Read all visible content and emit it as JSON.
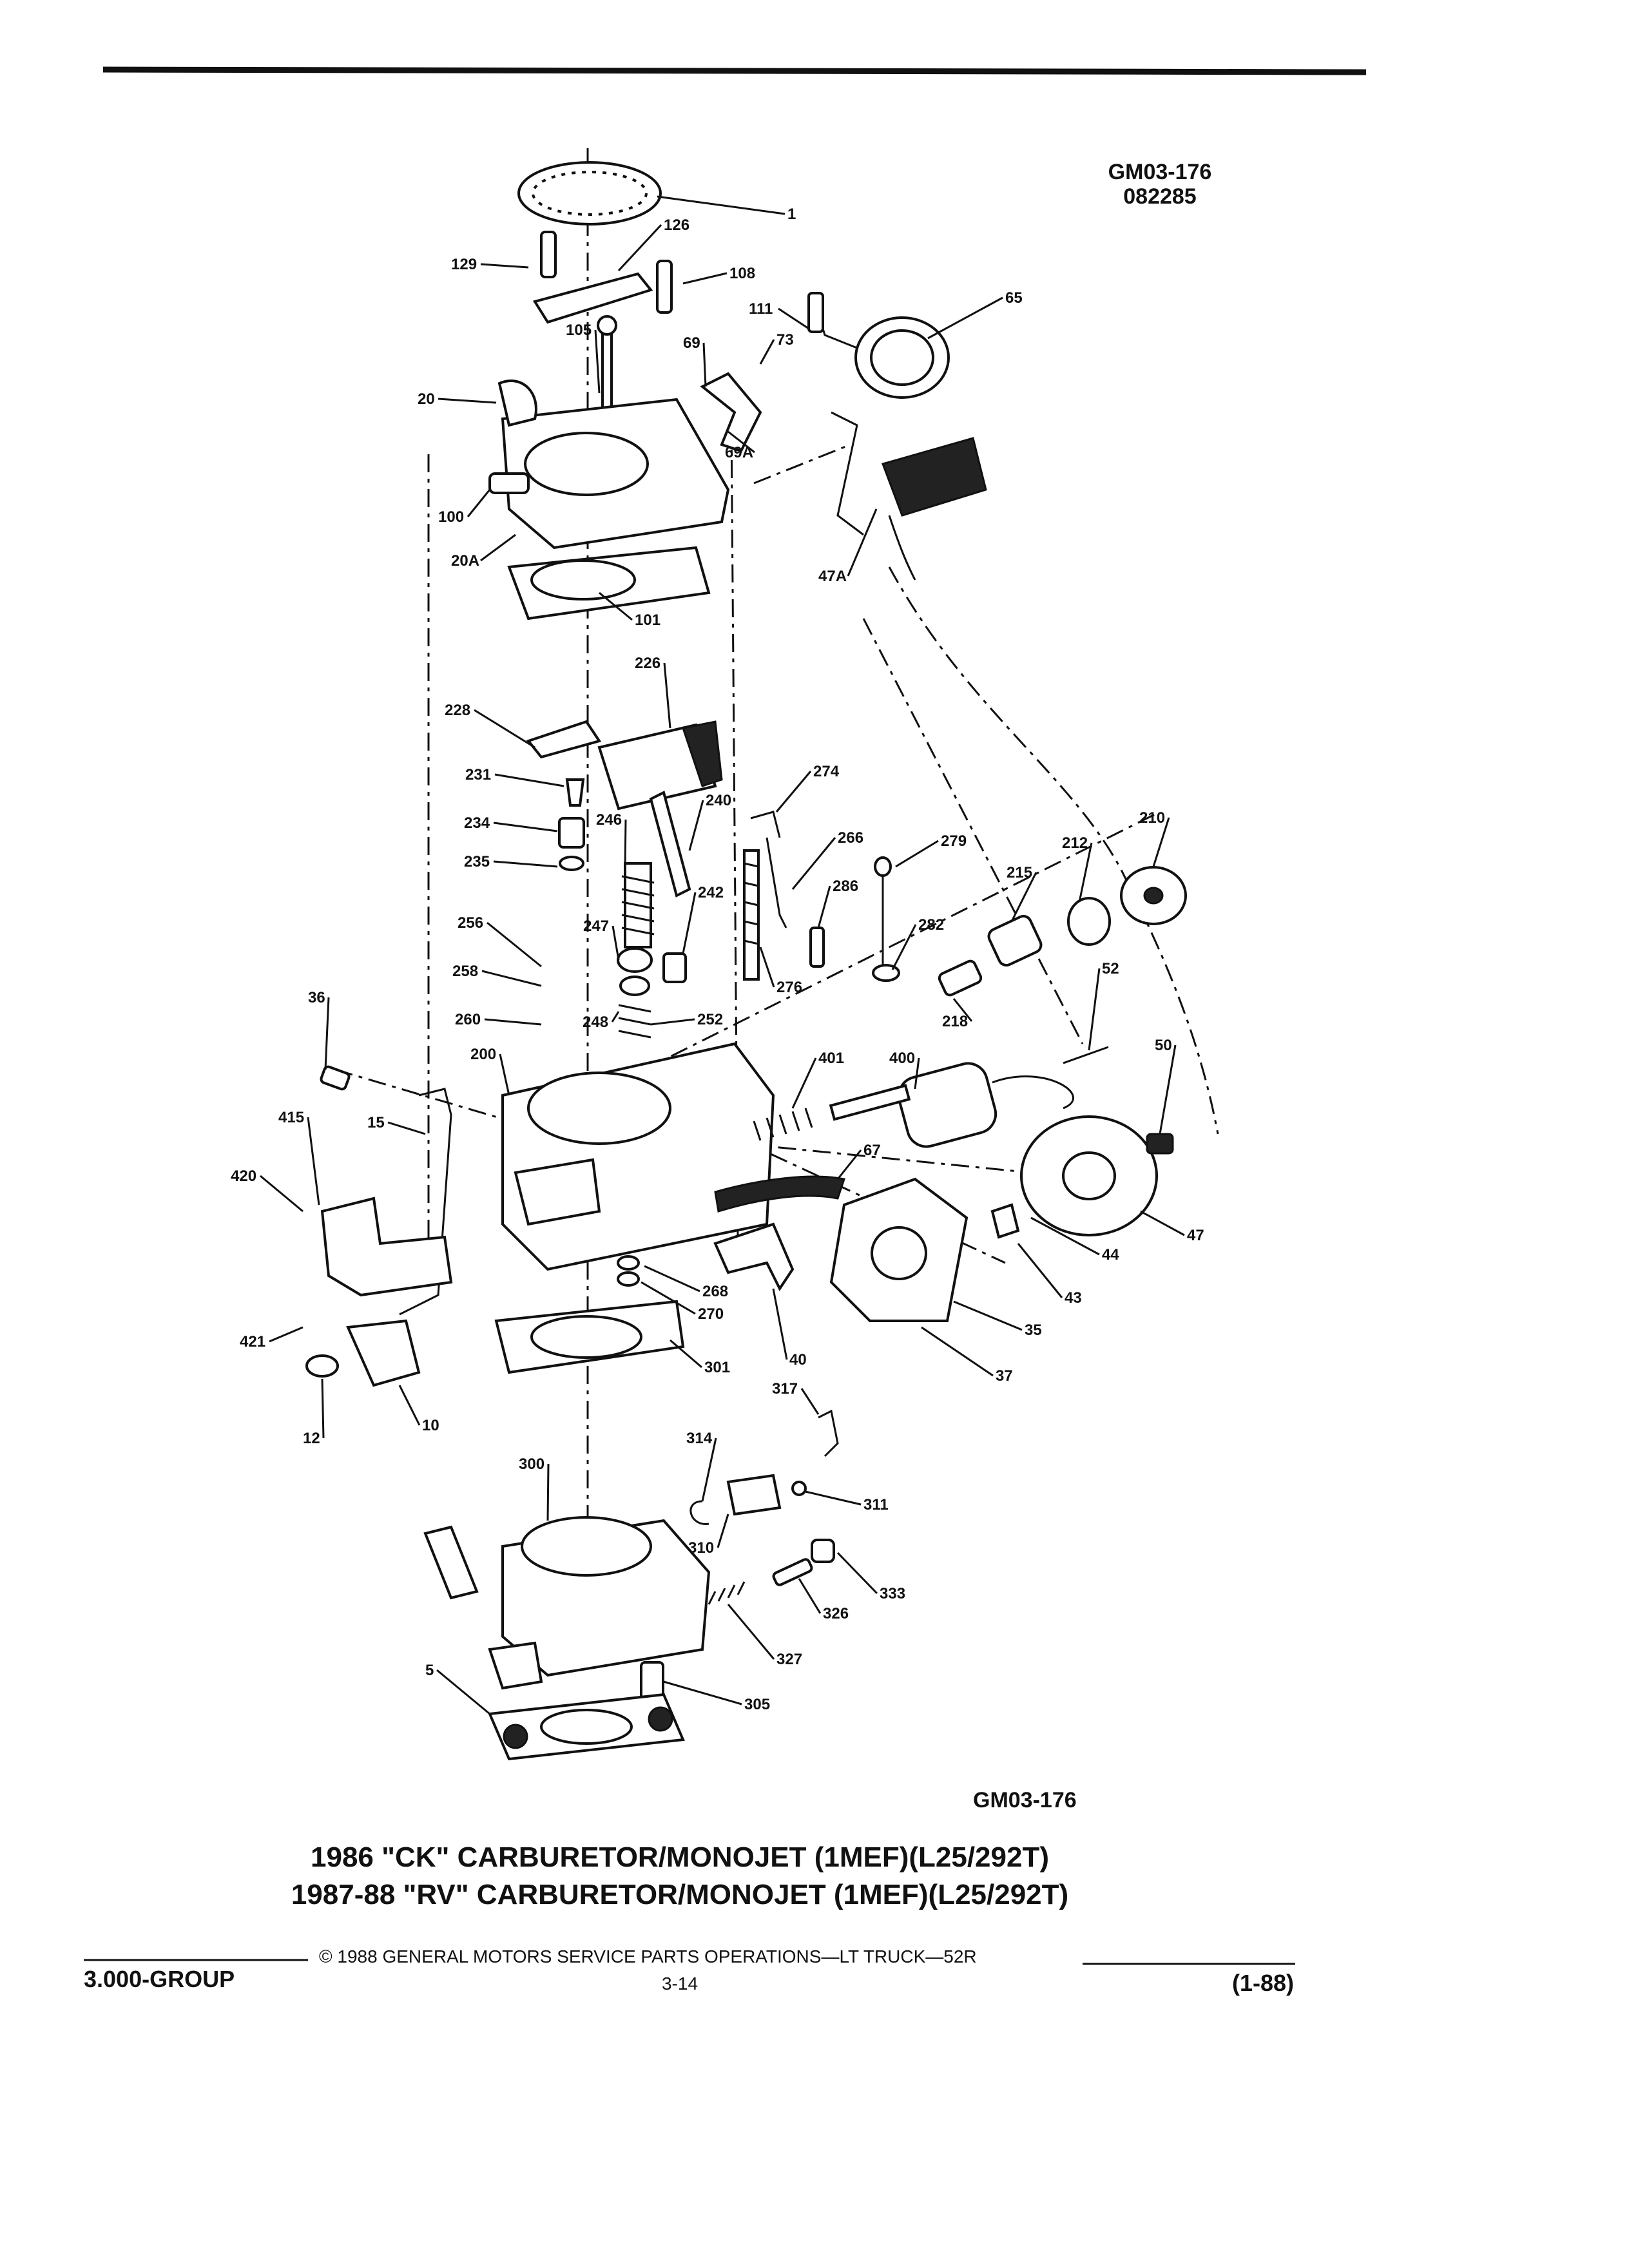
{
  "header": {
    "figure_code": "GM03-176",
    "figure_date": "082285"
  },
  "diagram": {
    "callouts": [
      "1",
      "126",
      "129",
      "108",
      "111",
      "65",
      "105",
      "69",
      "73",
      "20",
      "69A",
      "100",
      "20A",
      "101",
      "47A",
      "226",
      "228",
      "231",
      "274",
      "240",
      "234",
      "246",
      "266",
      "279",
      "235",
      "210",
      "212",
      "215",
      "256",
      "247",
      "242",
      "286",
      "282",
      "258",
      "276",
      "218",
      "52",
      "260",
      "248",
      "252",
      "36",
      "200",
      "401",
      "400",
      "50",
      "415",
      "15",
      "67",
      "420",
      "47",
      "44",
      "268",
      "43",
      "421",
      "270",
      "35",
      "301",
      "40",
      "37",
      "12",
      "10",
      "317",
      "314",
      "300",
      "311",
      "310",
      "333",
      "326",
      "327",
      "5",
      "305"
    ],
    "figure_code_bottom": "GM03-176",
    "title_line1": "1986 \"CK\" CARBURETOR/MONOJET (1MEF)(L25/292T)",
    "title_line2": "1987-88 \"RV\" CARBURETOR/MONOJET (1MEF)(L25/292T)"
  },
  "footer": {
    "group": "3.000-GROUP",
    "copyright": "© 1988 GENERAL MOTORS SERVICE PARTS OPERATIONS—LT TRUCK—52R",
    "page": "3-14",
    "revision": "(1-88)"
  }
}
